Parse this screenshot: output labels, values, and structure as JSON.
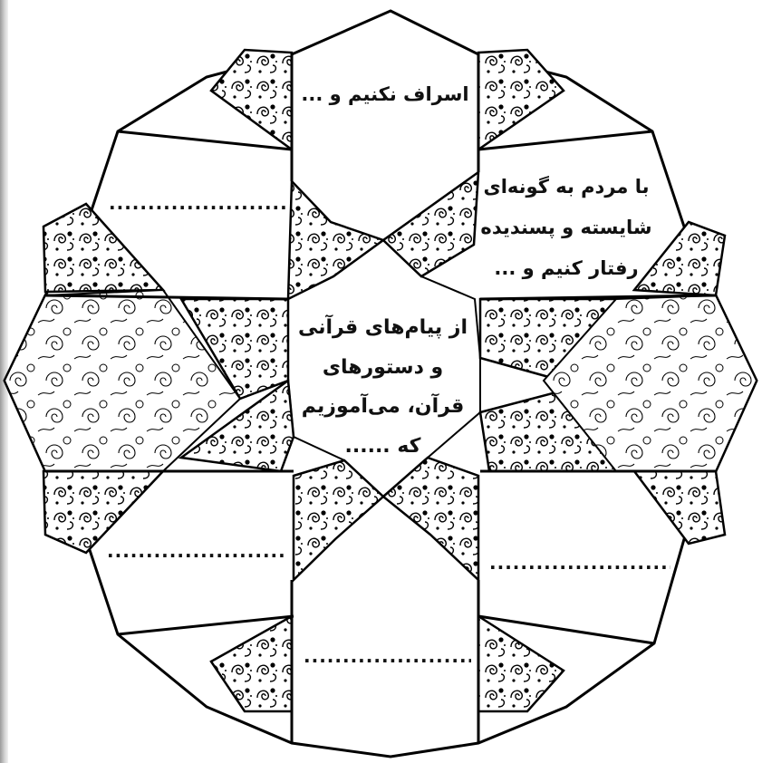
{
  "diagram": {
    "top_cell_text": "اسراف نکنیم و ...",
    "right_cell_lines": [
      "با مردم به گونه‌ای",
      "شایسته و پسندیده",
      "رفتار کنیم و ..."
    ],
    "center_lines": [
      "از پیام‌های قرآنی",
      "و دستورهای",
      "قرآن، می‌آموزیم",
      "که ......"
    ],
    "blank_upper_left": "...................................",
    "blank_lower_left": "...................................",
    "blank_lower_right": "...................................",
    "blank_bottom": "................................."
  }
}
